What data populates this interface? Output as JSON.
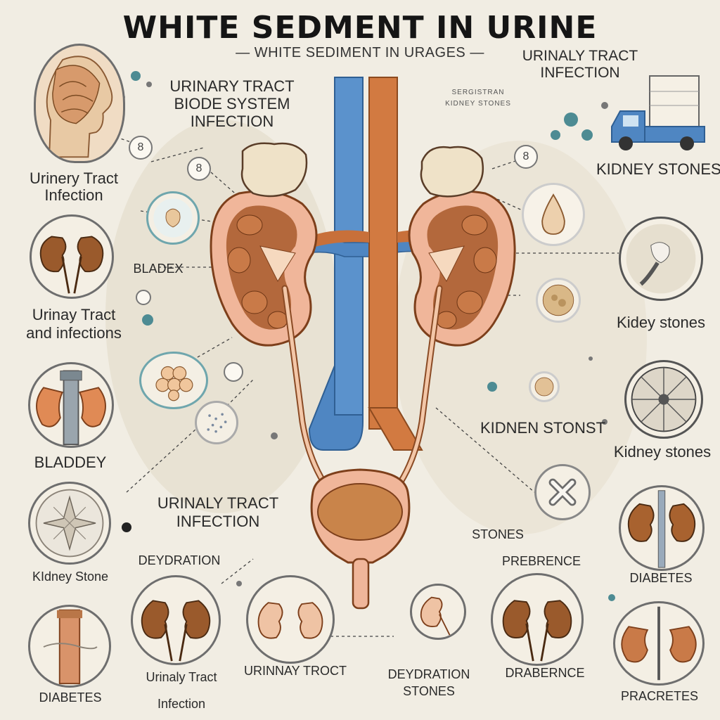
{
  "title": "WHITE SEDMENT IN URINE",
  "subtitle": "— WHITE SEDIMENT IN URAGES —",
  "labels": {
    "top_right": "URINALY TRACT\nINFECTION",
    "top_center_left_1": "URINARY TRACT",
    "top_center_left_2": "BIODE SYSTEM",
    "top_center_left_3": "INFECTION",
    "top_center_right_1": "SERGISTRAN",
    "top_center_right_2": "KIDNEY STONES",
    "left_uti": "Urinery Tract\nInfection",
    "left_bladex": "BLADEX",
    "left_uti2": "Urinay Tract\nand infections",
    "left_bladdey": "BLADDEY",
    "center_uti": "URINALY TRACT\nINFECTION",
    "left_kidney_stone": "KIdney Stone",
    "bottom_deydration": "DEYDRATION",
    "right_kidney_stones_1": "KIDNEY STONES",
    "right_kidney_stones_2": "Kidey stones",
    "right_kidnen_stonst": "KIDNEN STONST",
    "right_kidney_stones_3": "Kidney stones",
    "center_stones": "STONES",
    "right_prebrence": "PREBRENCE",
    "right_diabetes": "DIABETES",
    "bottom_diabetes": "DIABETES",
    "bottom_uti": "Urinaly Tract\nInfection",
    "bottom_urinay_troct": "URINNAY TROCT",
    "bottom_deydration_stones": "DEYDRATION\nSTONES",
    "bottom_drabernce": "DRABERNCE",
    "bottom_pracretes": "PRACRETES"
  },
  "bubbles": {
    "b1": "8",
    "b2": "8",
    "b3": "8"
  },
  "colors": {
    "background": "#f1ede3",
    "vein_blue": "#4f86c2",
    "artery_orange": "#c8703a",
    "kidney_pink": "#f0b69a",
    "kidney_dark": "#a85a2c",
    "adrenal": "#efe2c8",
    "bladder": "#c9844a",
    "accent_teal": "#4d8b93"
  }
}
